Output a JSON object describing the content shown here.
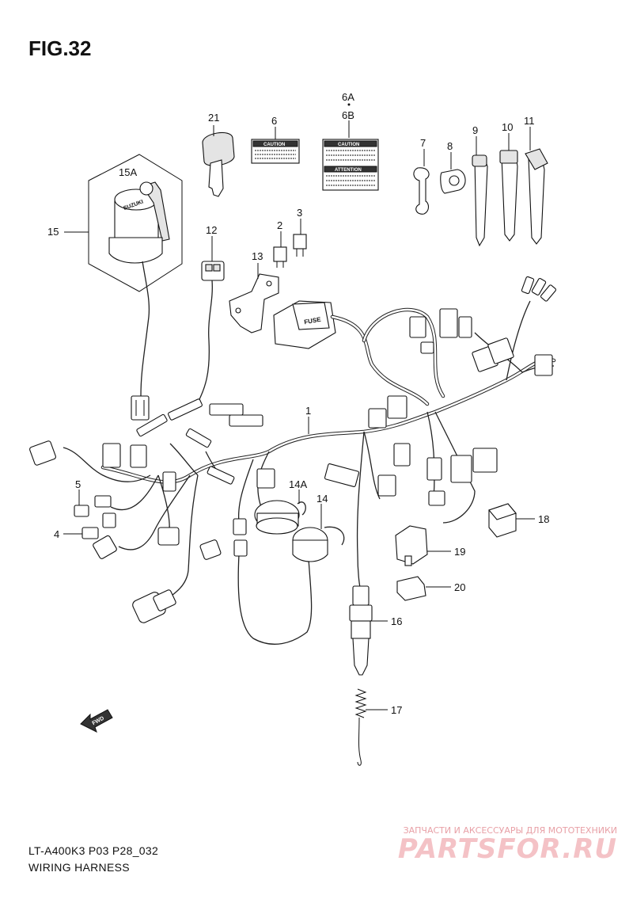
{
  "figure": {
    "title": "FIG.32",
    "model_code": "LT-A400K3 P03 P28_032",
    "name": "WIRING HARNESS"
  },
  "watermark": {
    "tagline": "ЗАПЧАСТИ И АКСЕССУАРЫ ДЛЯ МОТОТЕХНИКИ",
    "brand": "PARTSFOR.RU"
  },
  "labels": {
    "fuse_text": "FUSE",
    "caution_text": "CAUTION",
    "attention_text": "ATTENTION",
    "fwd_text": "FWD",
    "brand_on_switch": "SUZUKI"
  },
  "callouts": {
    "p1": "1",
    "p2": "2",
    "p3": "3",
    "p4": "4",
    "p5": "5",
    "p6": "6",
    "p6a": "6A",
    "p6b": "6B",
    "p7": "7",
    "p8": "8",
    "p9": "9",
    "p10": "10",
    "p11": "11",
    "p12": "12",
    "p13": "13",
    "p14": "14",
    "p14a": "14A",
    "p15": "15",
    "p15a": "15A",
    "p16": "16",
    "p17": "17",
    "p18": "18",
    "p19": "19",
    "p20": "20",
    "p21": "21"
  }
}
